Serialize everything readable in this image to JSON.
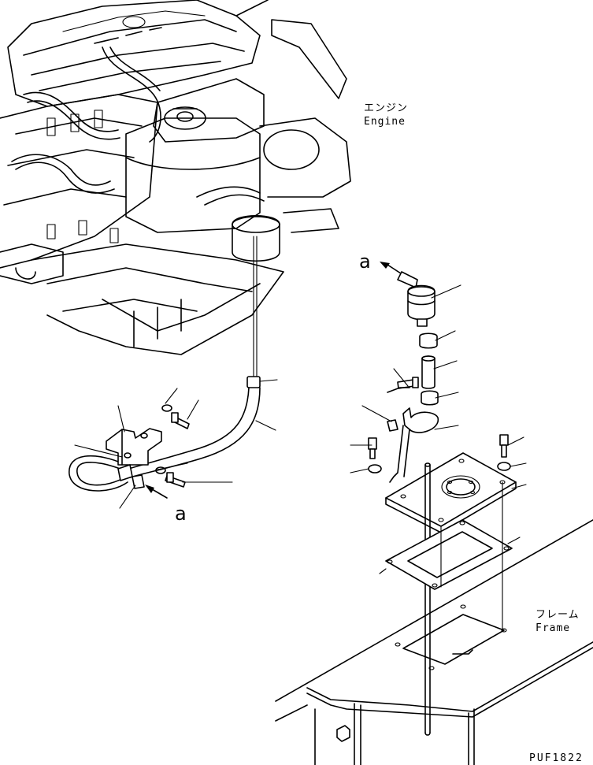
{
  "labels": {
    "engine_jp": "エンジン",
    "engine_en": "Engine",
    "frame_jp": "フレーム",
    "frame_en": "Frame",
    "marker_top": "a",
    "marker_bottom": "a",
    "drawing_code": "PUF1822"
  }
}
